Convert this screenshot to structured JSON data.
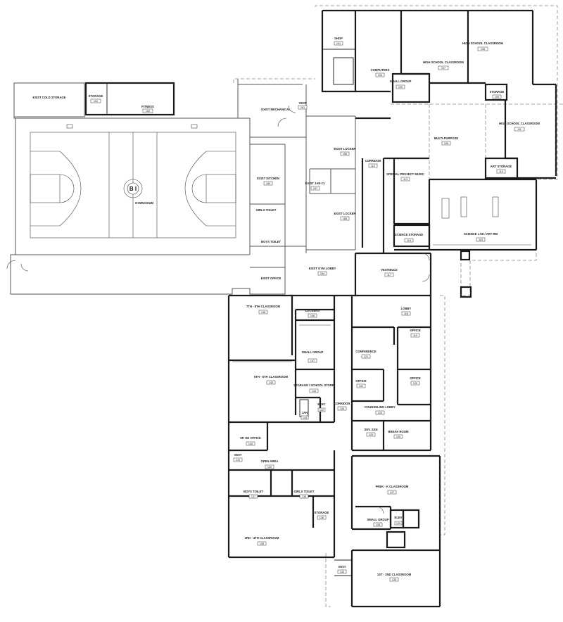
{
  "rooms": {
    "exist_cold_storage": {
      "name": "EXIST COLD STORAGE"
    },
    "storage_151": {
      "name": "STORAGE",
      "num": "151"
    },
    "fitness_152": {
      "name": "FITNESS",
      "num": "152"
    },
    "exist_mechanical": {
      "name": "EXIST MECHANICAL"
    },
    "vest_161": {
      "name": "VEST",
      "num": "161"
    },
    "gymnasium": {
      "name": "GYMNASIUM",
      "center_mark": "B I"
    },
    "exist_kitchen": {
      "name": "EXIST KITCHEN",
      "num": "160"
    },
    "girls_toilet_upper": {
      "name": "GIRLS TOILET"
    },
    "boys_toilet_upper": {
      "name": "BOYS TOILET"
    },
    "exist_locker_upper": {
      "name": "EXIST LOCKER",
      "num": "156"
    },
    "exist_janitor": {
      "name": "EXIST JAN CL",
      "num": "157"
    },
    "exist_locker_lower": {
      "name": "EXIST LOCKER",
      "num": "158"
    },
    "exist_gym_lobby": {
      "name": "EXIST GYM LOBBY",
      "num": "154"
    },
    "exist_office": {
      "name": "EXIST OFFICE"
    },
    "shop": {
      "name": "SHOP",
      "num": "101"
    },
    "computers": {
      "name": "COMPUTERS",
      "num": "104"
    },
    "small_group_105": {
      "name": "SMALL GROUP",
      "num": "105"
    },
    "hs_classroom_107": {
      "name": "HIGH SCHOOL CLASSROOM",
      "num": "107"
    },
    "hs_classroom_108": {
      "name": "HIGH SCHOOL CLASSROOM",
      "num": "108"
    },
    "storage_109": {
      "name": "STORAGE",
      "num": "109"
    },
    "hs_classroom_111": {
      "name": "HIGH SCHOOL CLASSROOM",
      "num": "111"
    },
    "multi_purpose": {
      "name": "MULTI-PURPOSE",
      "num": "106"
    },
    "corridor_112": {
      "name": "CORRIDOR",
      "num": "112"
    },
    "special_project_music": {
      "name": "SPECIAL PROJECT MUSIC",
      "num": "113"
    },
    "art_storage": {
      "name": "ART STORAGE",
      "num": "110"
    },
    "science_storage": {
      "name": "SCIENCE STORAGE",
      "num": "114"
    },
    "science_lab": {
      "name": "SCIENCE LAB / ART RM",
      "num": "115"
    },
    "vestibule": {
      "name": "VESTIBULE",
      "num": "117"
    },
    "lobby": {
      "name": "LOBBY",
      "num": "118"
    },
    "office_119": {
      "name": "OFFICE",
      "num": "119"
    },
    "conference": {
      "name": "CONFERENCE",
      "num": "121"
    },
    "office_122": {
      "name": "OFFICE",
      "num": "122"
    },
    "office_120": {
      "name": "OFFICE",
      "num": "120"
    },
    "counseling_lobby": {
      "name": "COUNSELING LOBBY",
      "num": "123"
    },
    "sev_ssn": {
      "name": "SEV. SSN",
      "num": "124"
    },
    "break_room": {
      "name": "BREAK ROOM",
      "num": "125"
    },
    "classroom_7_8": {
      "name": "7TH - 8TH CLASSROOM",
      "num": "148"
    },
    "lockers_146": {
      "name": "LOCKERS",
      "num": "146"
    },
    "small_group_147": {
      "name": "SMALL GROUP",
      "num": "147"
    },
    "classroom_5_6": {
      "name": "5TH - 6TH CLASSROOM",
      "num": "145"
    },
    "storage_school_store": {
      "name": "STORAGE / SCHOOL STORE",
      "num": "144"
    },
    "corridor_134": {
      "name": "CORRIDOR",
      "num": "134"
    },
    "jan_143": {
      "name": "JAN",
      "num": "143"
    },
    "elec_142": {
      "name": "ELEC",
      "num": "142"
    },
    "sp_ed_office": {
      "name": "SP. ED OFFICE",
      "num": "140"
    },
    "vest_141": {
      "name": "VEST",
      "num": "141"
    },
    "open_area": {
      "name": "OPEN AREA",
      "num": "139"
    },
    "boys_toilet_137": {
      "name": "BOYS TOILET",
      "num": "137"
    },
    "girls_toilet_138": {
      "name": "GIRLS TOILET",
      "num": "138"
    },
    "storage_136": {
      "name": "STORAGE",
      "num": "136"
    },
    "classroom_3_4": {
      "name": "3RD - 4TH CLASSROOM",
      "num": "135"
    },
    "prek_k_classroom": {
      "name": "PREK - K CLASSROOM",
      "num": "127"
    },
    "small_group_128": {
      "name": "SMALL GROUP",
      "num": "128"
    },
    "elev_129": {
      "name": "ELEV",
      "num": "129"
    },
    "classroom_1_2": {
      "name": "1ST - 2ND CLASSROOM",
      "num": "133"
    },
    "vest_132": {
      "name": "VEST",
      "num": "132"
    }
  }
}
